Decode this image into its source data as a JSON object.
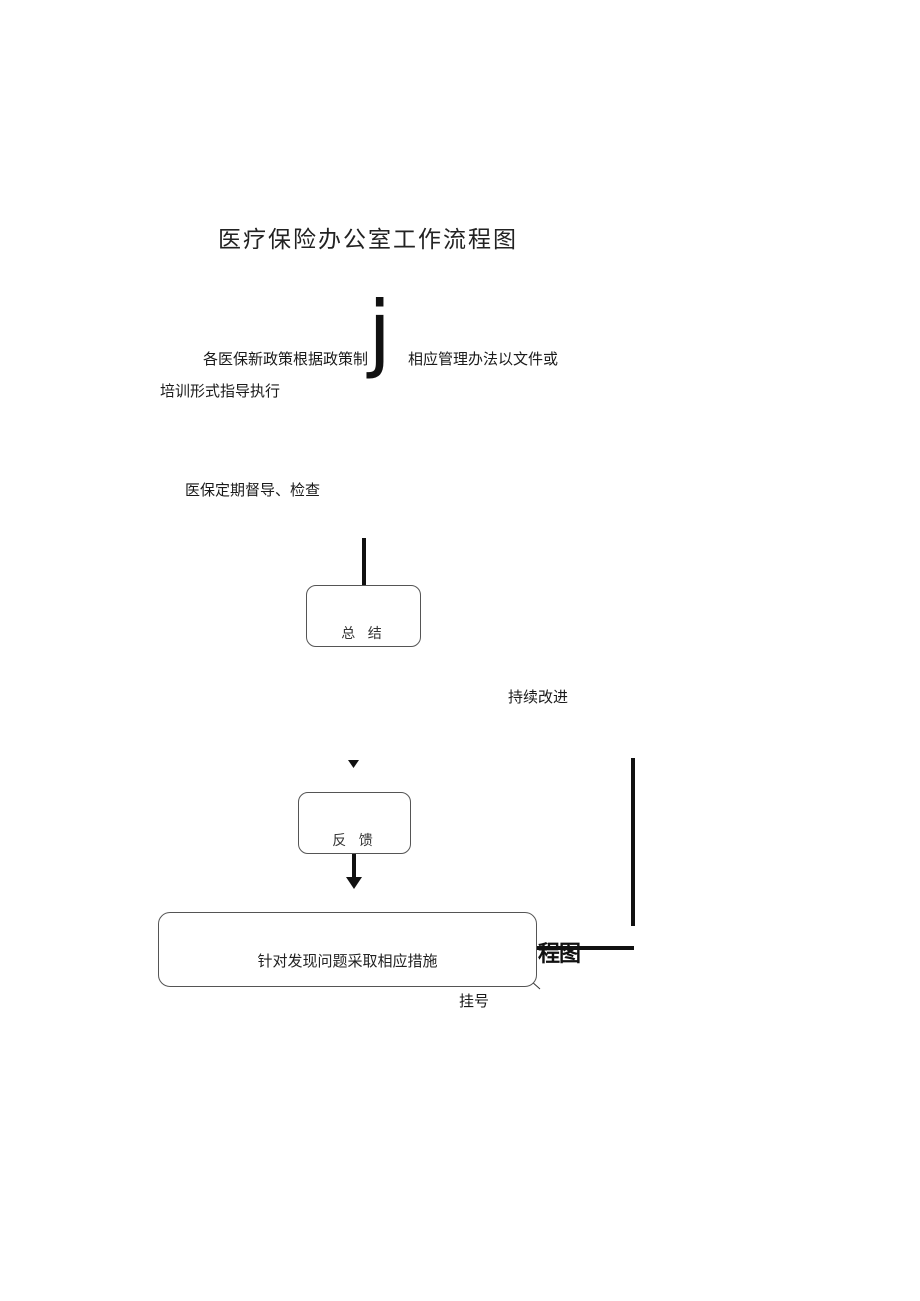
{
  "title": "医疗保险办公室工作流程图",
  "intro": {
    "line1": "各医保新政策根据政策制",
    "big_glyph": "j",
    "line2": "相应管理办法以文件或",
    "line3": "培训形式指导执行"
  },
  "supervise": "医保定期督导、检查",
  "summary": "总 结",
  "improve": "持续改进",
  "feedback": "反 馈",
  "measures": "针对发现问题采取相应措施",
  "chart_fragment": "程图",
  "register": "挂号",
  "colors": {
    "line": "#111111",
    "box_border": "#555555",
    "text": "#1a1a1a"
  }
}
